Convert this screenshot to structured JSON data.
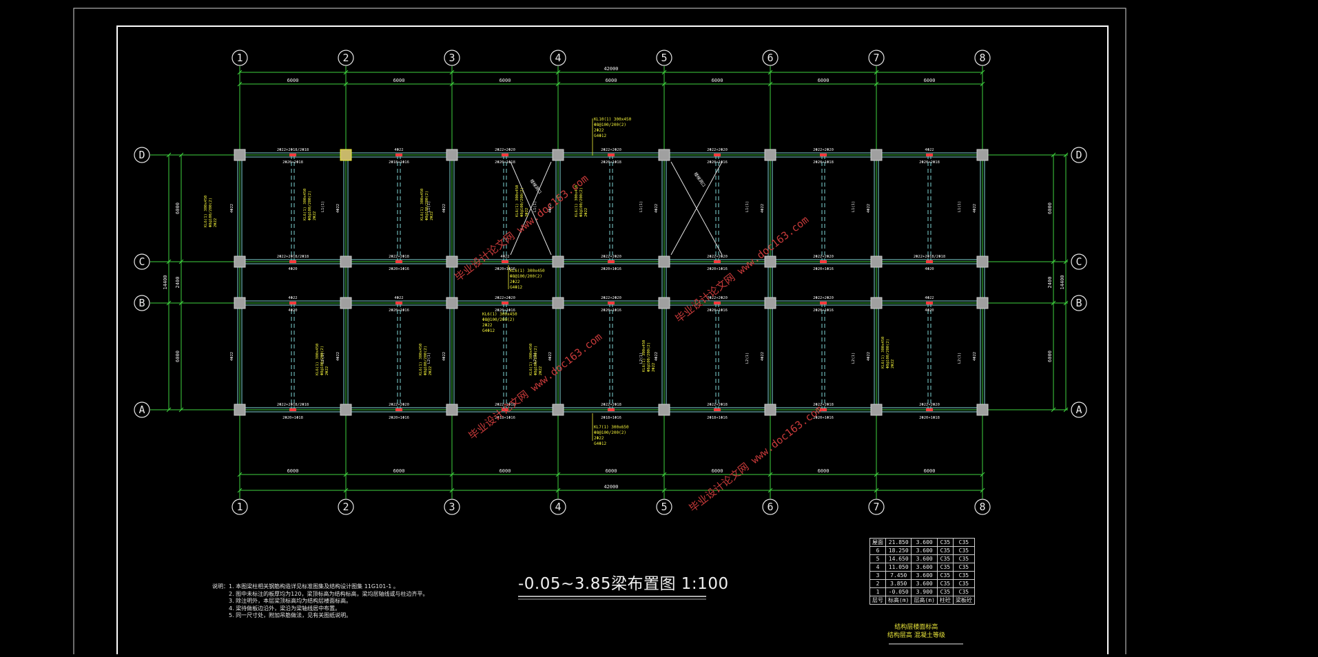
{
  "drawing": {
    "title": "-0.05~3.85梁布置图 1:100",
    "axes_x": [
      "1",
      "2",
      "3",
      "4",
      "5",
      "6",
      "7",
      "8"
    ],
    "axes_y": [
      "D",
      "C",
      "B",
      "A"
    ],
    "bay_dims": [
      "6000",
      "6000",
      "6000",
      "6000",
      "6000",
      "6000",
      "6000"
    ],
    "total_x": "42000",
    "dims_y_outer": [
      "6000",
      "2400",
      "6000"
    ],
    "total_y": "14400",
    "watermark": "毕业设计论文网 www.doc163.com",
    "beam_labels": {
      "row_d_top": [
        "2Φ22+2Φ18/2Φ18",
        "4Φ22",
        "2Φ22+2Φ20",
        "2Φ22+2Φ20",
        "2Φ22+2Φ20",
        "2Φ22+2Φ20",
        "4Φ22",
        "2Φ22+2Φ18/2Φ18"
      ],
      "row_d_bot": [
        "2Φ20+2Φ18",
        "2Φ18+1Φ16",
        "2Φ20+1Φ18",
        "2Φ20+1Φ18",
        "2Φ20+1Φ16",
        "2Φ20+1Φ18",
        "2Φ20+2Φ18"
      ],
      "row_c_top": [
        "2Φ22+2Φ18/2Φ18",
        "2Φ22+2Φ18",
        "4Φ22",
        "2Φ22+2Φ20",
        "2Φ22+2Φ20",
        "2Φ22+2Φ20",
        "2Φ22+2Φ18/2Φ18",
        "2Φ22+2Φ18/2Φ18"
      ],
      "row_c_bot": [
        "4Φ20",
        "2Φ20+1Φ16",
        "2Φ20+1Φ16",
        "2Φ20+1Φ16",
        "2Φ20+1Φ16",
        "2Φ20+1Φ16",
        "4Φ20"
      ],
      "row_b_top": [
        "4Φ22",
        "4Φ22",
        "2Φ22+2Φ20",
        "2Φ22+2Φ20",
        "2Φ22+2Φ20",
        "2Φ22+2Φ20",
        "4Φ22"
      ],
      "row_b_bot": [
        "4Φ20",
        "2Φ20+1Φ16",
        "2Φ20+1Φ16",
        "2Φ20+1Φ16",
        "2Φ20+1Φ16",
        "2Φ20+1Φ16",
        "4Φ20"
      ],
      "row_a_top": [
        "2Φ22+2Φ18/2Φ18",
        "2Φ22+2Φ20",
        "2Φ22+2Φ18",
        "2Φ22+2Φ18",
        "2Φ22+2Φ18",
        "2Φ22+2Φ18",
        "2Φ22+2Φ20",
        "2Φ22+2Φ18/2Φ18"
      ],
      "row_a_bot": [
        "2Φ20+1Φ18",
        "2Φ20+1Φ16",
        "2Φ18+1Φ16",
        "2Φ18+1Φ16",
        "2Φ18+1Φ16",
        "2Φ20+1Φ16",
        "2Φ20+1Φ18"
      ],
      "callout_top": [
        "KL10(1) 300x450",
        "Φ8@100/200(2)",
        "2Φ22",
        "G4Φ12"
      ],
      "callout_bottom": [
        "KL7(1) 300x650",
        "Φ8@100/200(2)",
        "2Φ22",
        "G4Φ12"
      ],
      "callout_mid": [
        "KL6(1) 300x450",
        "Φ8@100/200(2)",
        "2Φ22",
        "G4Φ12"
      ],
      "brace_text": "楼梯洞口",
      "l1": "L1(1)",
      "l2": "L2(1)",
      "col_label": "4Φ22"
    }
  },
  "notes": [
    "说明：1. 本图梁柱相关钢筋构造详见标准图集及结构设计图集 11G101-1 。",
    "2. 图中未标注的板厚均为120，梁顶标高为结构标高，梁均居轴线或与柱边齐平。",
    "3. 除注明外，本层梁顶标高均为结构层楼面标高。",
    "4. 梁待做板边沿外，梁沿为梁轴线居中布置。",
    "5. 同一尺寸处，附加吊筋做法，见有关图纸说明。"
  ],
  "levels_table": {
    "rows": [
      [
        "屋面",
        "21.850",
        "3.600",
        "C35",
        "C35"
      ],
      [
        "6",
        "18.250",
        "3.600",
        "C35",
        "C35"
      ],
      [
        "5",
        "14.650",
        "3.600",
        "C35",
        "C35"
      ],
      [
        "4",
        "11.050",
        "3.600",
        "C35",
        "C35"
      ],
      [
        "3",
        "7.450",
        "3.600",
        "C35",
        "C35"
      ],
      [
        "2",
        "3.850",
        "3.600",
        "C35",
        "C35"
      ],
      [
        "1",
        "-0.050",
        "3.900",
        "C35",
        "C35"
      ]
    ],
    "header": [
      "层号",
      "标高(m)",
      "层高(m)",
      "柱砼",
      "梁板砼"
    ],
    "caption1": "结构层楼面标高",
    "caption2": "结构层高  混凝土等级"
  },
  "colors": {
    "grid": "#3fd43f",
    "beam": "#7fd6d6",
    "column": "#a0a0a0",
    "text": "#f0f0f0",
    "callout": "#f1f03a",
    "mark": "#ff3a3a",
    "watermark": "#c83a3a"
  }
}
